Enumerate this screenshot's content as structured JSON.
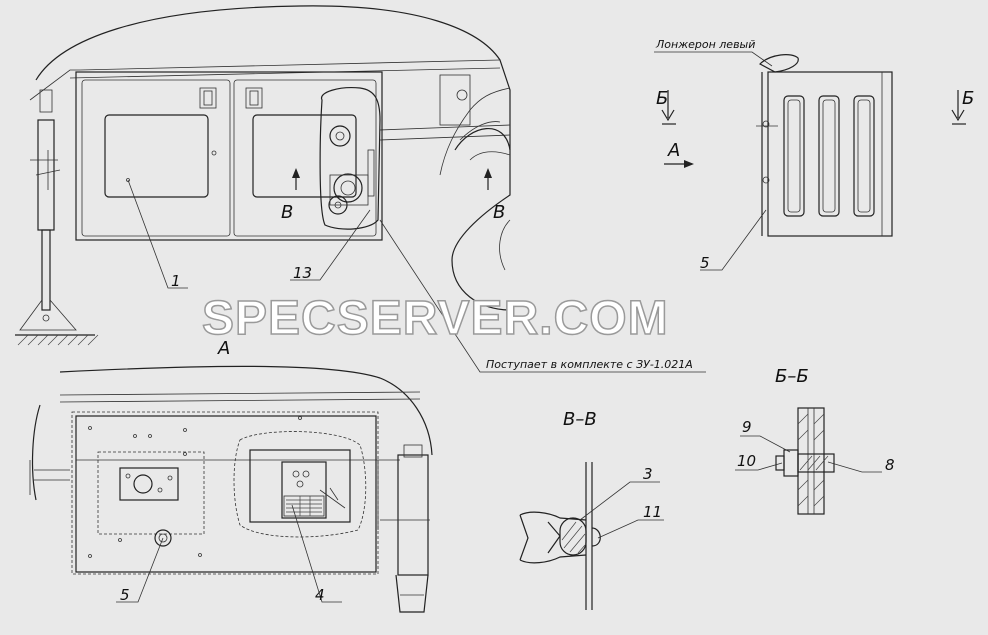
{
  "watermark": "SPECSERVER.COM",
  "main_view": {
    "callouts": [
      "1",
      "13"
    ],
    "arrow_letter": "В"
  },
  "top_right_view": {
    "longeron_label": "Лонжерон левый",
    "section_letter": "Б",
    "view_letter": "А",
    "callout": "5"
  },
  "note": "Поступает в комплекте с ЗУ-1.021А",
  "view_a": {
    "title": "А",
    "callouts": [
      "5",
      "4"
    ]
  },
  "section_vv": {
    "title": "В–В",
    "callouts": [
      "3",
      "11"
    ]
  },
  "section_bb": {
    "title": "Б–Б",
    "callouts": [
      "9",
      "10",
      "8"
    ]
  }
}
